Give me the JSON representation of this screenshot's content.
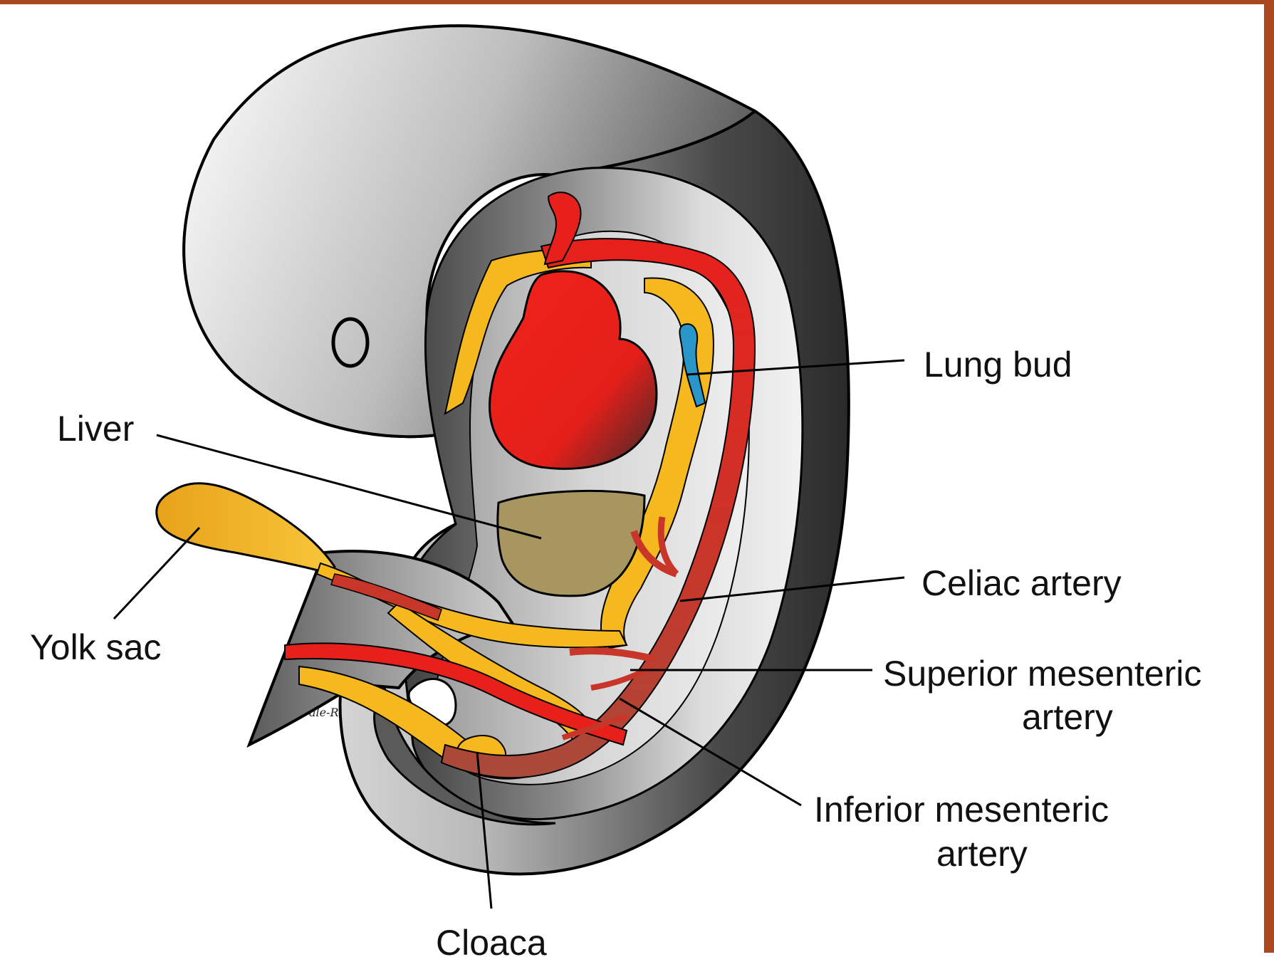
{
  "diagram": {
    "labels": {
      "lung_bud": "Lung bud",
      "liver": "Liver",
      "yolk_sac": "Yolk sac",
      "celiac_artery": "Celiac artery",
      "superior_mesenteric_line1": "Superior mesenteric",
      "superior_mesenteric_line2": "artery",
      "inferior_mesenteric_line1": "Inferior mesenteric",
      "inferior_mesenteric_line2": "artery",
      "cloaca": "Cloaca"
    },
    "signature": "ale-R"
  },
  "colors": {
    "frame": "#a8481c",
    "artery_red": "#e8201c",
    "artery_dark": "#b23a2a",
    "gut_yellow": "#f6b81f",
    "liver": "#a89660",
    "lung_bud_blue": "#2a96c8",
    "embryo_dark": "#3a3a3a",
    "embryo_light": "#d8d8d8"
  }
}
